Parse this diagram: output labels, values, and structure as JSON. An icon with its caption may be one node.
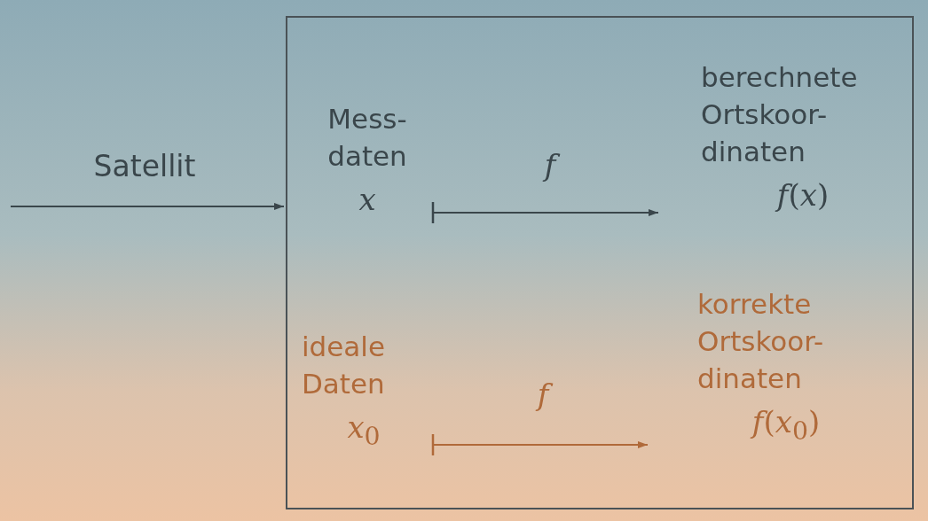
{
  "diagram": {
    "nodes": [
      {
        "text": [],
        "shape": "box"
      },
      {
        "text": [
          "Mess- daten",
          "*x*"
        ],
        "in": 0
      },
      {
        "text": [
          "berechnete Ortskoor- dinaten",
          "*f*(*x*)"
        ],
        "in": 0
      },
      {
        "text": [
          "ideale Daten",
          "*x*$_{0}$"
        ],
        "in": 0
      },
      {
        "text": [
          "korrekte Ortskoor- dinaten",
          "*f*(*x*$_{0}$)"
        ],
        "in": 0
      }
    ],
    "edges": [
      {
        "from": null,
        "to": 0,
        "arrow": "to",
        "label": "Satellit"
      },
      {
        "from": 1,
        "to": 2,
        "arrow": "to",
        "label": "*f*"
      },
      {
        "from": 3,
        "to": 4,
        "arrow": "to",
        "label": "*f*",
        "color": "#b06a3a"
      }
    ]
  }
}
